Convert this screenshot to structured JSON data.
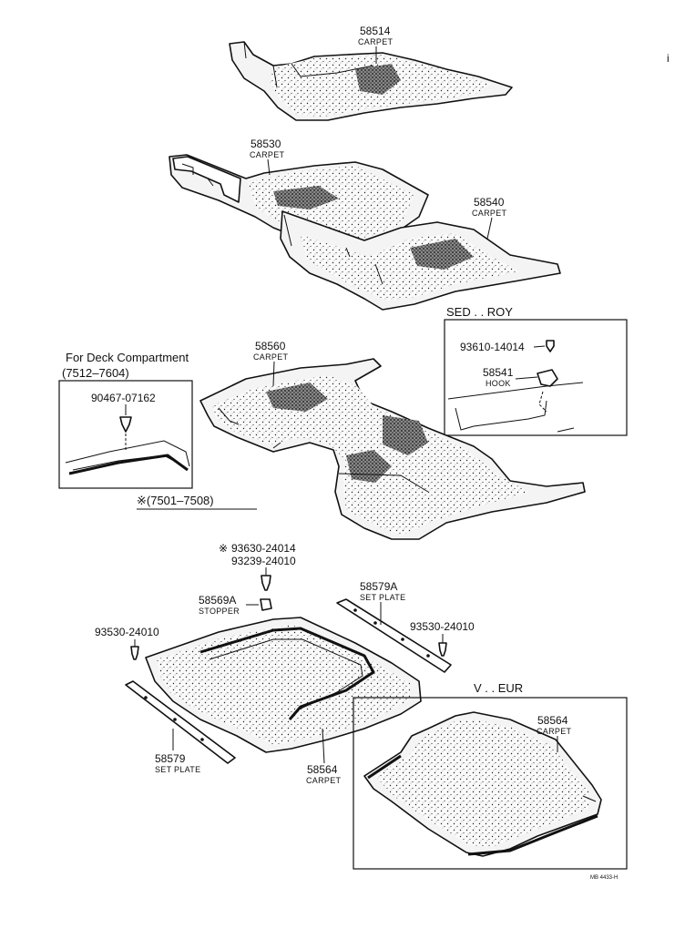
{
  "parts": {
    "p58514": {
      "number": "58514",
      "name": "CARPET"
    },
    "p58530": {
      "number": "58530",
      "name": "CARPET"
    },
    "p58540": {
      "number": "58540",
      "name": "CARPET"
    },
    "p58560": {
      "number": "58560",
      "name": "CARPET"
    },
    "p58541": {
      "number": "58541",
      "name": "HOOK"
    },
    "p93610": {
      "number": "93610-14014"
    },
    "p90467": {
      "number": "90467-07162"
    },
    "p93630": {
      "number": "93630-24014",
      "mark": "※"
    },
    "p93239": {
      "number": "93239-24010"
    },
    "p58569A": {
      "number": "58569A",
      "name": "STOPPER"
    },
    "p58579A": {
      "number": "58579A",
      "name": "SET PLATE"
    },
    "p93530_left": {
      "number": "93530-24010"
    },
    "p93530_right": {
      "number": "93530-24010"
    },
    "p58579": {
      "number": "58579",
      "name": "SET PLATE"
    },
    "p58564_center": {
      "number": "58564",
      "name": "CARPET"
    },
    "p58564_box": {
      "number": "58564",
      "name": "CARPET"
    }
  },
  "insets": {
    "sed_roy": {
      "title": "SED . . ROY"
    },
    "deck": {
      "title": "For Deck Compartment",
      "range": "(7512–7604)",
      "note": "※(7501–7508)"
    },
    "v_eur": {
      "title": "V . . EUR"
    }
  },
  "footer": {
    "code": "MB 4433-H"
  },
  "margin_mark": "i"
}
